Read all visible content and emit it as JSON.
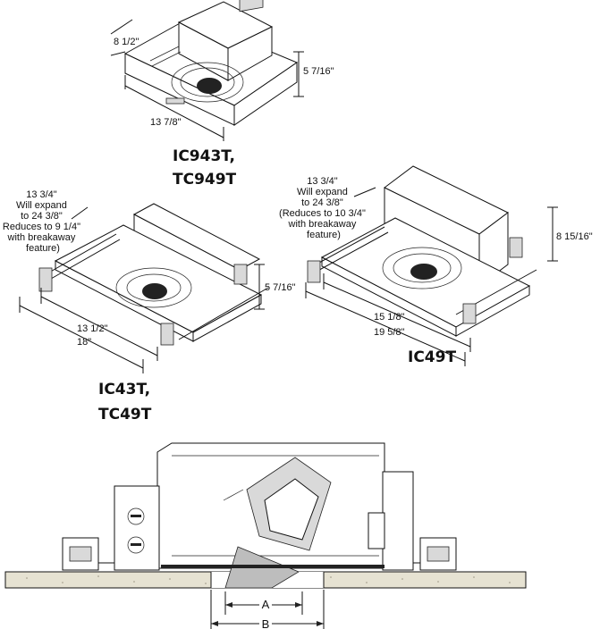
{
  "fixtures": {
    "top": {
      "model_line1": "IC943T,",
      "model_line2": "TC949T",
      "dims": {
        "depth": "8 1/2\"",
        "height": "5 7/16\"",
        "length": "13 7/8\""
      }
    },
    "left": {
      "model_line1": "IC43T,",
      "model_line2": "TC49T",
      "note": [
        "13 3/4\"",
        "Will expand",
        "to 24 3/8\"",
        "Reduces to 9 1/4\"",
        "with breakaway",
        "feature)"
      ],
      "dims": {
        "height": "5 7/16\"",
        "length_inner": "13 1/2\"",
        "length_outer": "18\""
      }
    },
    "right": {
      "model_line1": "IC49T",
      "note": [
        "13 3/4\"",
        "Will expand",
        "to 24 3/8\"",
        "(Reduces to 10 3/4\"",
        "with breakaway",
        "feature)"
      ],
      "dims": {
        "height": "8 15/16\"",
        "length_inner": "15 1/8\"",
        "length_outer": "19 5/8\""
      }
    }
  },
  "section": {
    "label_a": "A",
    "label_b": "B"
  }
}
